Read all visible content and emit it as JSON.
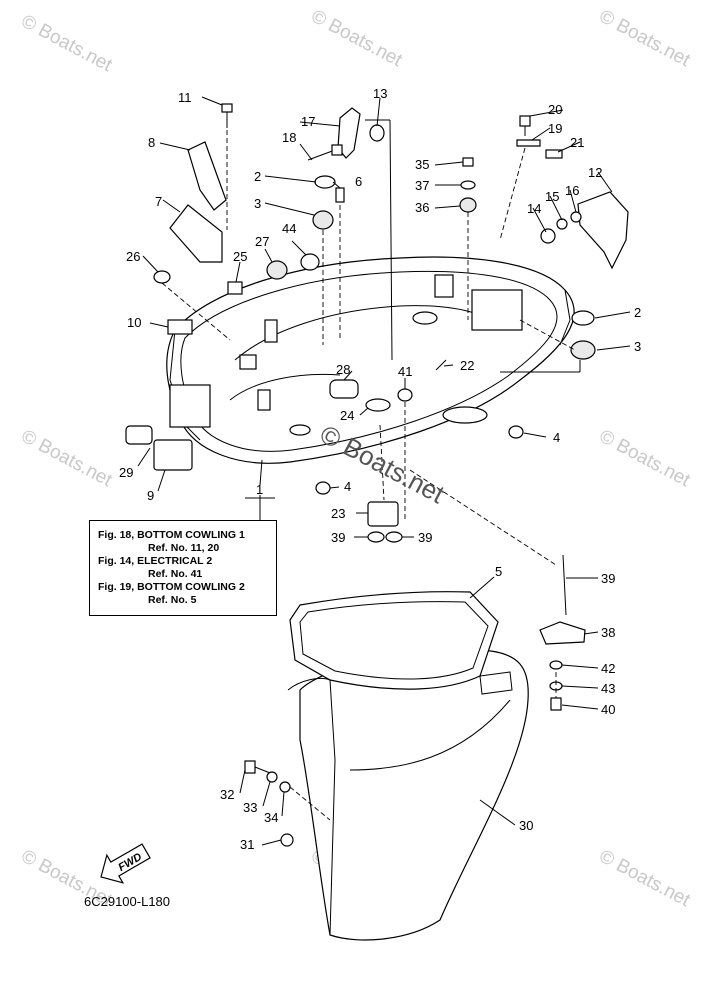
{
  "watermarks": [
    "© Boats.net"
  ],
  "center_watermark": "© Boats.net",
  "callouts": [
    "1",
    "2",
    "3",
    "4",
    "5",
    "6",
    "7",
    "8",
    "9",
    "10",
    "11",
    "12",
    "13",
    "14",
    "15",
    "16",
    "17",
    "18",
    "19",
    "20",
    "21",
    "22",
    "23",
    "24",
    "25",
    "26",
    "27",
    "28",
    "29",
    "30",
    "31",
    "32",
    "33",
    "34",
    "35",
    "36",
    "37",
    "38",
    "39",
    "40",
    "41",
    "42",
    "43",
    "44"
  ],
  "notes": [
    {
      "title": "Fig. 18, BOTTOM COWLING 1",
      "ref": "Ref. No. 11, 20"
    },
    {
      "title": "Fig. 14, ELECTRICAL 2",
      "ref": "Ref. No. 41"
    },
    {
      "title": "Fig. 19, BOTTOM COWLING 2",
      "ref": "Ref. No. 5"
    }
  ],
  "fwd_label": "FWD",
  "catalog_code": "6C29100-L180"
}
